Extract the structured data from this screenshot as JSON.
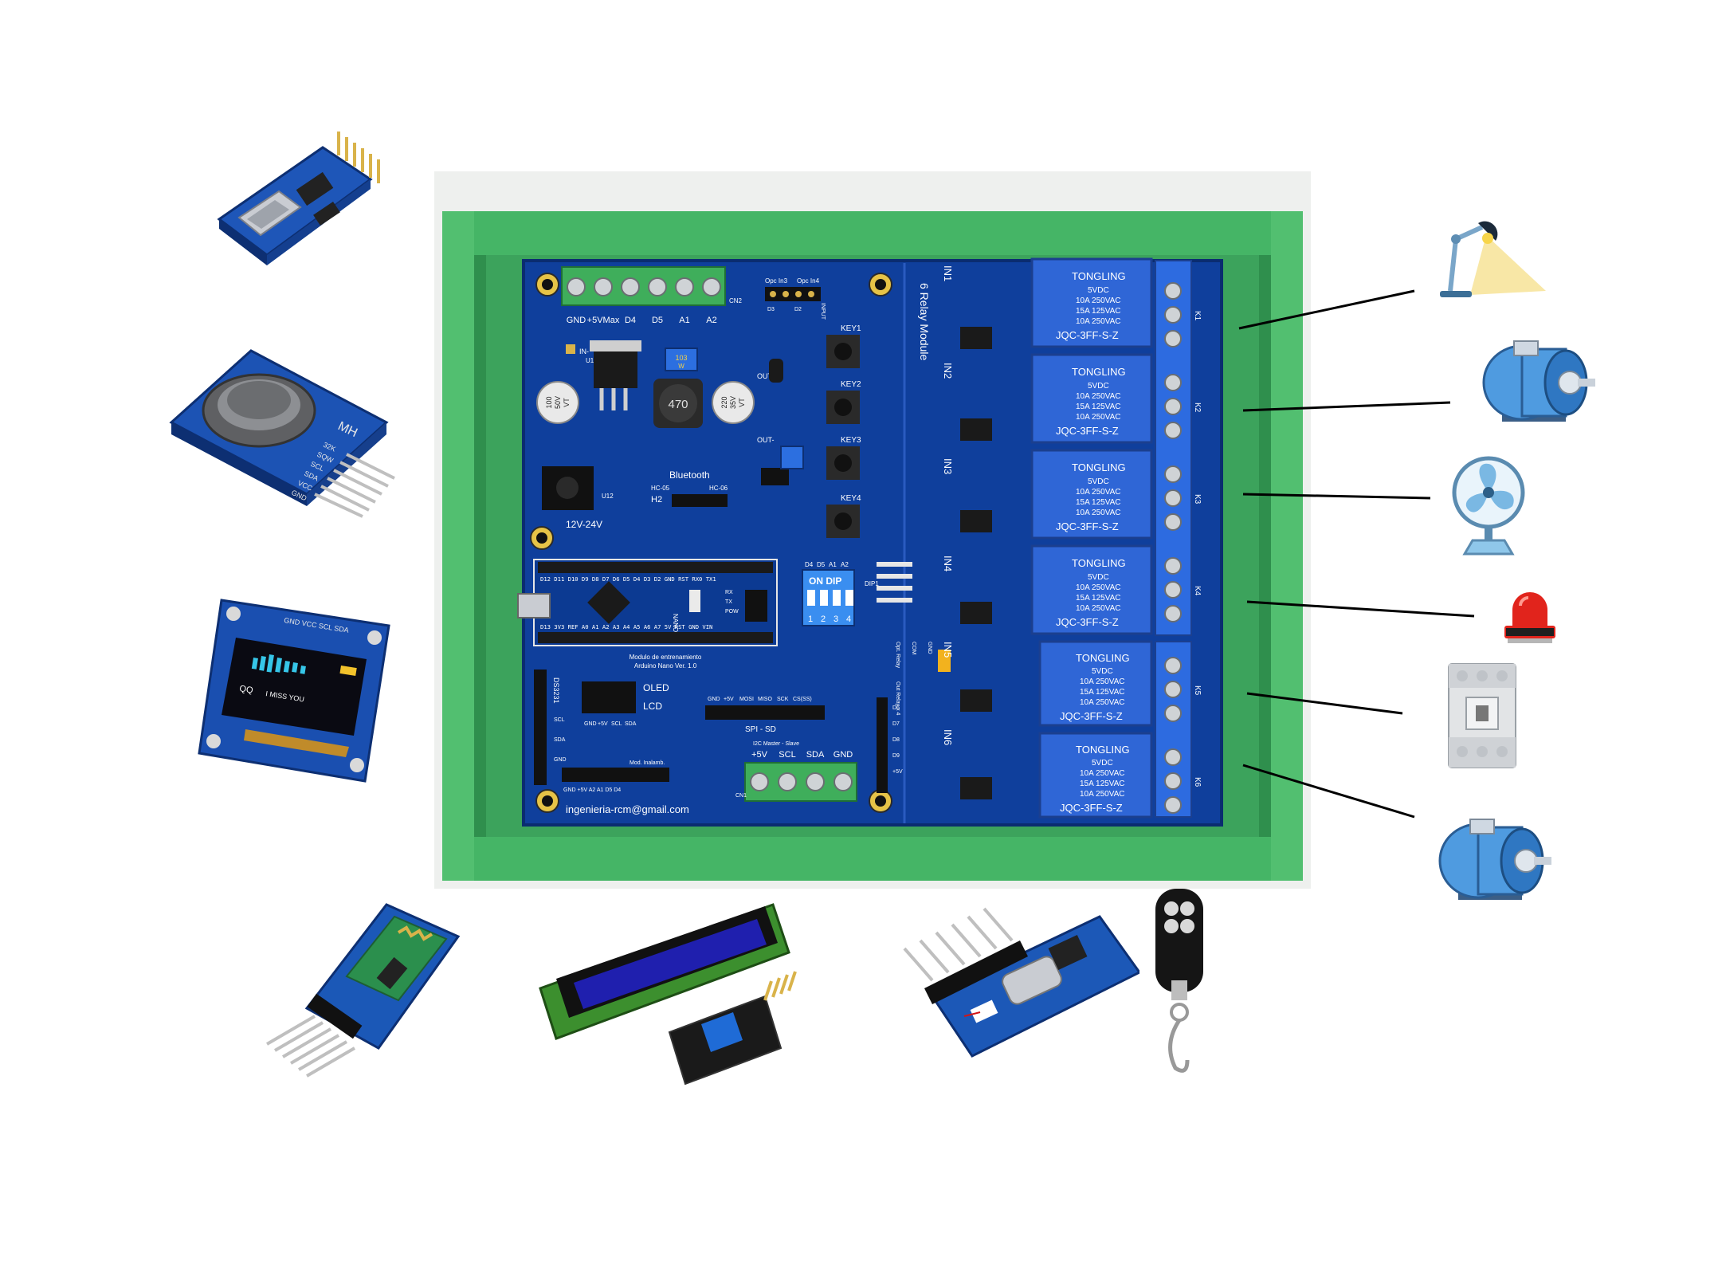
{
  "board": {
    "module_title": "6 Relay Module",
    "connector_top": [
      "GND",
      "+5VMax",
      "D4",
      "D5",
      "A1",
      "A2"
    ],
    "connector_top_id": "CN2",
    "opc_labels": [
      "Opc In3",
      "Opc In4"
    ],
    "opc_sub": [
      "D3",
      "D2",
      "INPUT"
    ],
    "buttons": [
      "KEY1",
      "KEY2",
      "KEY3",
      "KEY4"
    ],
    "bluetooth_label": "Bluetooth",
    "bt_modules": [
      "HC-05",
      "HC-06"
    ],
    "bt_header": "H2",
    "power_label": "12V-24V",
    "power_id": "U12",
    "in_label": "IN-",
    "out_labels": [
      "OUT+",
      "OUT-"
    ],
    "cap1": [
      "100",
      "50V",
      "VT"
    ],
    "cap2": [
      "220",
      "35V",
      "VT"
    ],
    "inductor": "470",
    "pot": [
      "103",
      "W"
    ],
    "ic_u1": "U1",
    "dip": {
      "title": "ON DIP",
      "nums": [
        "1",
        "2",
        "3",
        "4"
      ],
      "cols": [
        "D4",
        "D5",
        "A1",
        "A2"
      ],
      "id": "DIP1"
    },
    "nano_top_pins": "D12 D11 D10 D9 D8 D7 D6 D5 D4 D3 D2 GND RST RX0 TX1",
    "nano_bottom_pins": "D13 3V3 REF A0 A1 A2 A3 A4 A5 A6 A7 5V RST GND VIN",
    "nano_side": [
      "RX",
      "TX",
      "POW"
    ],
    "nano_name": "NANO",
    "nano_caption": [
      "Modulo de entrenamiento",
      "Arduino Nano Ver. 1.0"
    ],
    "oled_label": "OLED",
    "lcd_label": "LCD",
    "ds_label": "DS3231",
    "ds_pins": [
      "SCL",
      "SDA",
      "GND"
    ],
    "i2c_pins": [
      "GND",
      "+5V",
      "SCL",
      "SDA"
    ],
    "spi_label": "SPI - SD",
    "spi_pins": [
      "GND",
      "+5V",
      "MOSI",
      "MISO",
      "SCK",
      "CS(SS)"
    ],
    "i2c_title": "I2C Master - Slave",
    "bottom_conn_labels": [
      "+5V",
      "SCL",
      "SDA",
      "GND"
    ],
    "bottom_conn_id": "CN1",
    "wireless_label": "Mod. Inalamb.",
    "wireless_pins": "GND +5V A2 A1 D5 D4",
    "email": "ingenieria-rcm@gmail.com",
    "relay_inputs": [
      "IN1",
      "IN2",
      "IN3",
      "IN4",
      "IN5",
      "IN6"
    ],
    "jumper": [
      "Opt. Relay",
      "COM",
      "GND"
    ],
    "out_relay": "Out Relay x 4",
    "side_pins": [
      "D6",
      "D7",
      "D8",
      "D9",
      "+5V"
    ],
    "relay": {
      "brand": "TONGLING",
      "lines": [
        "5VDC",
        "10A 250VAC",
        "15A 125VAC",
        "10A 250VAC"
      ],
      "model": "JQC-3FF-S-Z"
    },
    "k_labels": [
      "K1",
      "K2",
      "K3",
      "K4",
      "K5",
      "K6"
    ]
  },
  "peripherals": {
    "rtc": {
      "brand": "MH",
      "pins": [
        "32K",
        "SQW",
        "SCL",
        "SDA",
        "VCC",
        "GND"
      ]
    },
    "oled": {
      "header": "GND VCC SCL SDA",
      "line1": "QQ",
      "line2": "I MISS YOU"
    }
  },
  "loads": [
    "lamp-icon",
    "motor-icon",
    "fan-icon",
    "alarm-beacon-icon",
    "contactor-icon",
    "motor-icon"
  ],
  "colors": {
    "pcb": "#0f3f9c",
    "pcb_dark": "#0a2c70",
    "enclosure": "#3aa05a",
    "relay_blue": "#2f66d6",
    "terminal_green": "#3fae5b"
  }
}
